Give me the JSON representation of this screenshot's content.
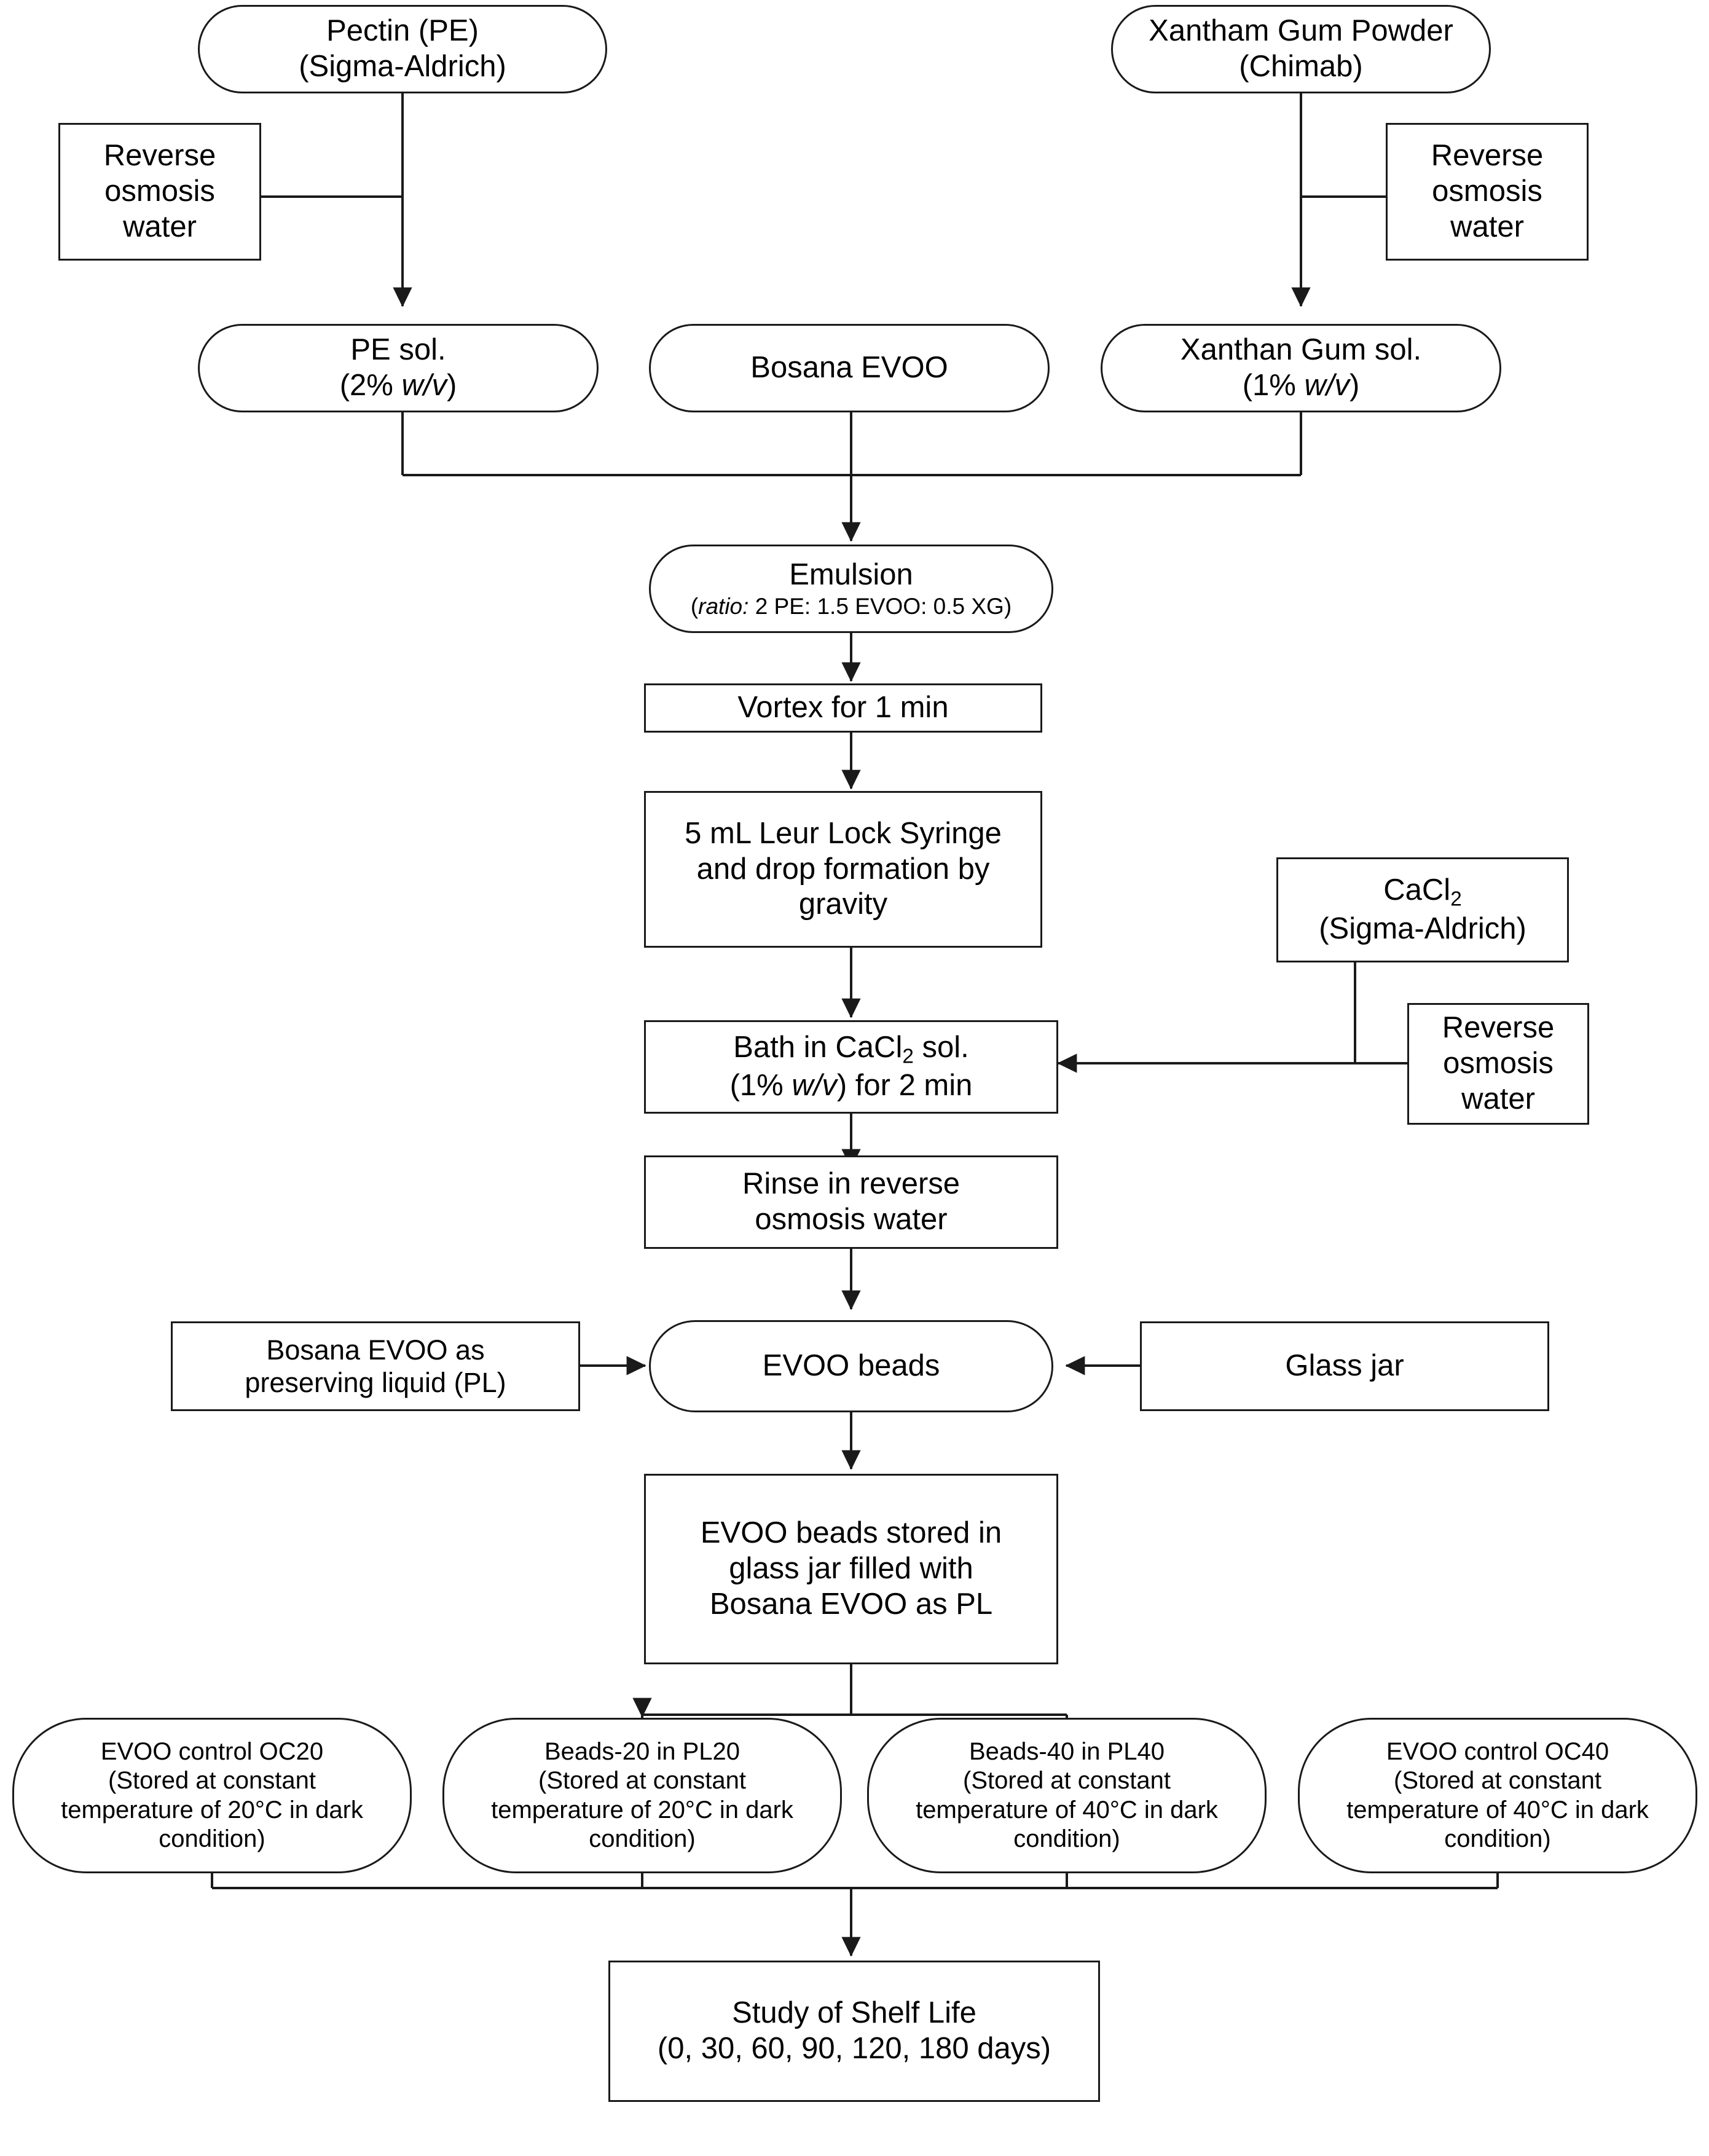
{
  "meta": {
    "title": "EVOO bead production and shelf-life study flowchart",
    "line_color": "#1a1a1a",
    "background": "#ffffff",
    "text_color": "#000000"
  },
  "nodes": {
    "pectin": {
      "line1": "Pectin (PE)",
      "line2": "(Sigma-Aldrich)"
    },
    "xanthan_powder": {
      "line1": "Xantham Gum Powder",
      "line2": "(Chimab)"
    },
    "ro_water_left": {
      "line1": "Reverse",
      "line2": "osmosis",
      "line3": "water"
    },
    "ro_water_right": {
      "line1": "Reverse",
      "line2": "osmosis",
      "line3": "water"
    },
    "ro_water_cacl2": {
      "line1": "Reverse",
      "line2": "osmosis",
      "line3": "water"
    },
    "pe_sol": {
      "line1": "PE sol.",
      "line2_pre": "(2% ",
      "line2_ital": "w/v",
      "line2_post": ")"
    },
    "bosana_evoo": {
      "line1": "Bosana EVOO"
    },
    "xanthan_sol": {
      "line1": "Xanthan Gum sol.",
      "line2_pre": "(1% ",
      "line2_ital": "w/v",
      "line2_post": ")"
    },
    "emulsion": {
      "line1": "Emulsion",
      "line2_ital": "ratio:",
      "line2_pre": "(",
      "line2_post": " 2 PE: 1.5 EVOO: 0.5 XG)"
    },
    "vortex": {
      "line1": "Vortex for 1 min"
    },
    "syringe": {
      "line1": "5 mL Leur Lock Syringe",
      "line2": "and drop formation by",
      "line3": "gravity"
    },
    "cacl2": {
      "line1_pre": "CaCl",
      "line1_sub": "2",
      "line2": "(Sigma-Aldrich)"
    },
    "bath": {
      "line1_pre": "Bath in CaCl",
      "line1_sub": "2",
      "line1_post": " sol.",
      "line2_pre": "(1% ",
      "line2_ital": "w/v",
      "line2_post": ") for 2 min"
    },
    "rinse": {
      "line1": "Rinse in reverse",
      "line2": "osmosis water"
    },
    "preserving_liquid": {
      "line1": "Bosana EVOO  as",
      "line2": "preserving liquid (PL)"
    },
    "evoo_beads": {
      "line1": "EVOO beads"
    },
    "glass_jar": {
      "line1": "Glass jar"
    },
    "beads_stored": {
      "line1": "EVOO beads stored in",
      "line2": "glass jar filled with",
      "line3": "Bosana EVOO as PL"
    },
    "oc20": {
      "line1": "EVOO control OC20",
      "line2": "(Stored at constant",
      "line3": "temperature of 20°C in dark",
      "line4": "condition)"
    },
    "beads20": {
      "line1": "Beads-20 in PL20",
      "line2": "(Stored at constant",
      "line3": "temperature of 20°C in dark",
      "line4": "condition)"
    },
    "beads40": {
      "line1": "Beads-40 in PL40",
      "line2": "(Stored at constant",
      "line3": "temperature of 40°C in dark",
      "line4": "condition)"
    },
    "oc40": {
      "line1": "EVOO control OC40",
      "line2": "(Stored at constant",
      "line3": "temperature of 40°C in dark",
      "line4": "condition)"
    },
    "shelf_life": {
      "line1": "Study of Shelf Life",
      "line2": "(0, 30, 60, 90, 120, 180 days)"
    }
  }
}
